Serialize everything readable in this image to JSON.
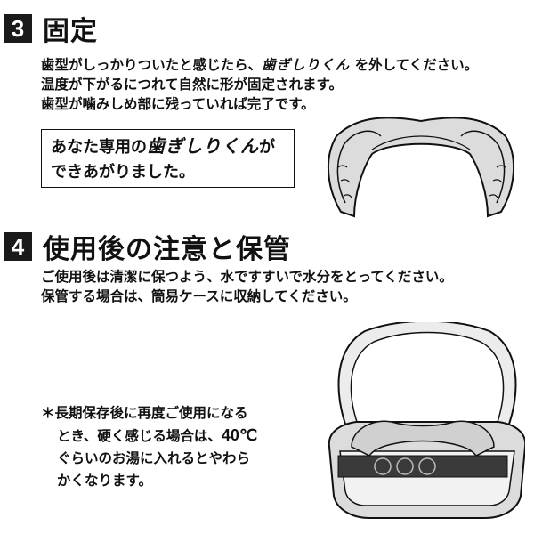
{
  "section3": {
    "number": "3",
    "title": "固定",
    "lines": [
      {
        "pre": "歯型がしっかりついたと感じたら、",
        "brand": "歯ぎしりくん",
        "post": " を外してください。"
      },
      {
        "pre": "温度が下がるにつれて自然に形が固定されます。",
        "brand": "",
        "post": ""
      },
      {
        "pre": "歯型が噛みしめ部に残っていれば完了です。",
        "brand": "",
        "post": ""
      }
    ],
    "callout": {
      "line1_pre": "あなた専用の",
      "line1_brand": "歯ぎしりくん",
      "line1_post": "が",
      "line2": "できあがりました。"
    }
  },
  "section4": {
    "number": "4",
    "title": "使用後の注意と保管",
    "lines": [
      "ご使用後は清潔に保つよう、水ですすいで水分をとってください。",
      "保管する場合は、簡易ケースに収納してください。"
    ],
    "note": {
      "line1": "＊長期保存後に再度ご使用になる",
      "line2_pre": "とき、硬く感じる場合は、",
      "line2_temp": "40℃",
      "line3": "ぐらいのお湯に入れるとやわら",
      "line4": "かくなります。"
    }
  }
}
